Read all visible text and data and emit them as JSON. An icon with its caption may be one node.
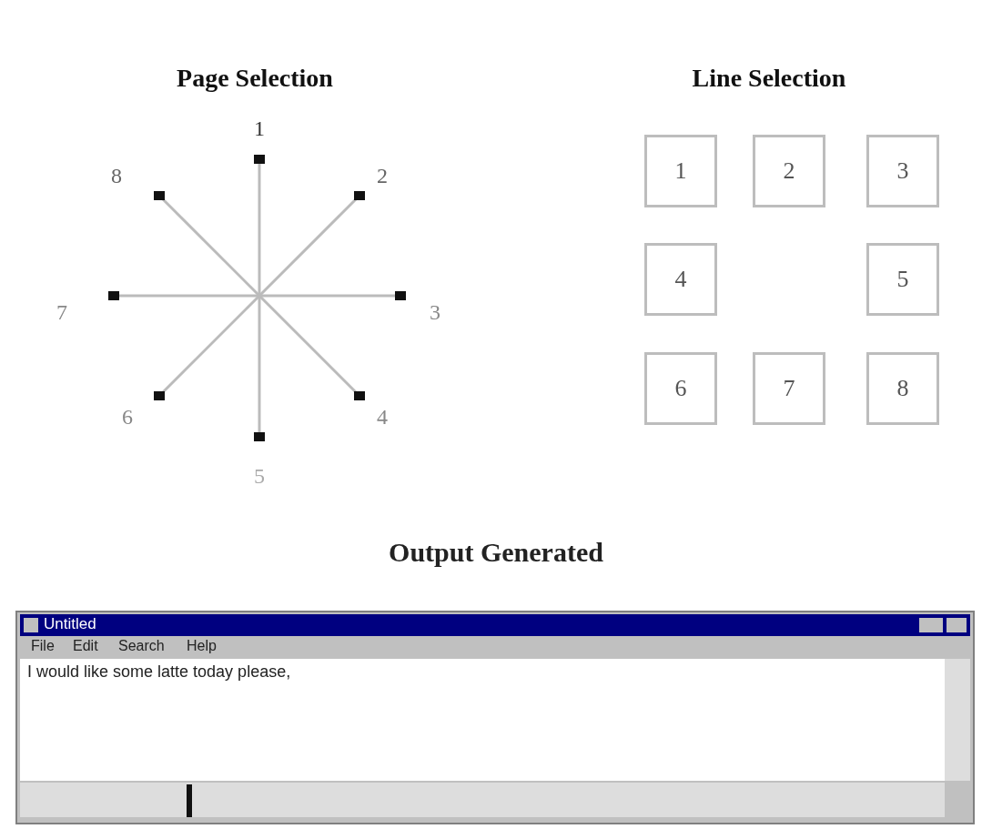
{
  "diagram": {
    "nodes": [
      {
        "text": [
          "1"
        ]
      },
      {
        "text": [
          "2"
        ]
      },
      {
        "text": [
          "3"
        ]
      },
      {
        "text": [
          "4"
        ]
      },
      {
        "text": [
          "5"
        ]
      },
      {
        "text": [
          "6"
        ]
      },
      {
        "text": [
          "7"
        ]
      },
      {
        "text": [
          "8"
        ]
      }
    ],
    "labels": [
      "Page Selection",
      "Line Selection",
      "1",
      "8",
      "2",
      "7",
      "3",
      "6",
      "4",
      "5",
      "Output Generated",
      "Untitled",
      "File",
      "Edit",
      "Search",
      "Help",
      "I would like some latte today please,"
    ]
  }
}
